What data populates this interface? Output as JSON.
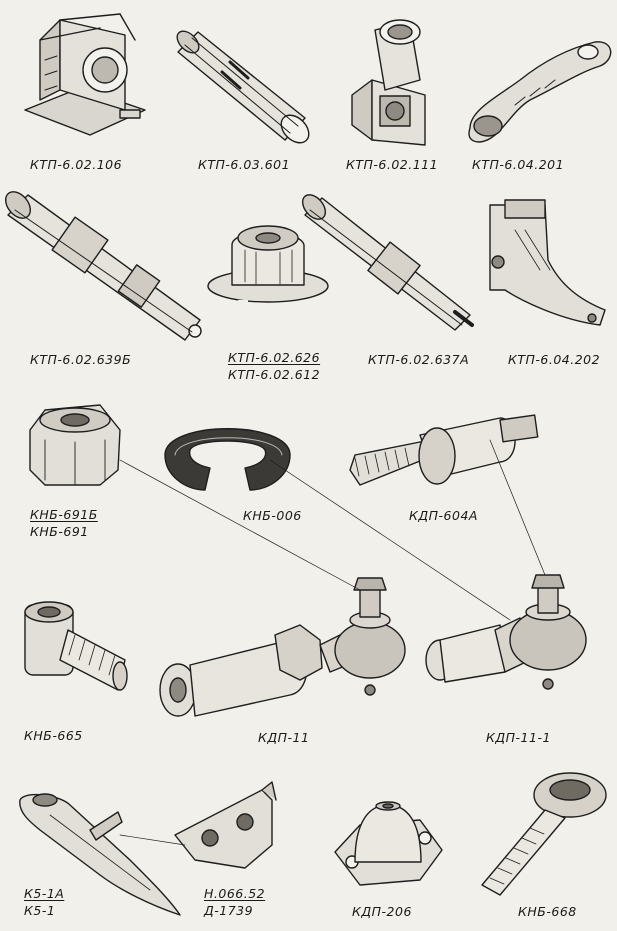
{
  "parts": [
    {
      "id": "p1",
      "label": "КТП-6.02.106"
    },
    {
      "id": "p2",
      "label": "КТП-6.03.601"
    },
    {
      "id": "p3",
      "label": "КТП-6.02.111"
    },
    {
      "id": "p4",
      "label": "КТП-6.04.201"
    },
    {
      "id": "p5",
      "label": "КТП-6.02.639Б"
    },
    {
      "id": "p6",
      "label": "КТП-6.02.626",
      "label2": "КТП-6.02.612"
    },
    {
      "id": "p7",
      "label": "КТП-6.02.637А"
    },
    {
      "id": "p8",
      "label": "КТП-6.04.202"
    },
    {
      "id": "p9",
      "label": "КНБ-691Б",
      "label2": "КНБ-691"
    },
    {
      "id": "p10",
      "label": "КНБ-006"
    },
    {
      "id": "p11",
      "label": "КДП-604А"
    },
    {
      "id": "p12",
      "label": "КНБ-665"
    },
    {
      "id": "p13",
      "label": "КДП-11"
    },
    {
      "id": "p14",
      "label": "КДП-11-1"
    },
    {
      "id": "p15",
      "label": "К5-1А",
      "label2": "К5-1"
    },
    {
      "id": "p16",
      "label": "Н.066.52",
      "label2": "Д-1739"
    },
    {
      "id": "p17",
      "label": "КДП-206"
    },
    {
      "id": "p18",
      "label": "КНБ-668"
    }
  ],
  "style": {
    "ink": "#1e1e1e",
    "paper": "#f2f0ea"
  }
}
